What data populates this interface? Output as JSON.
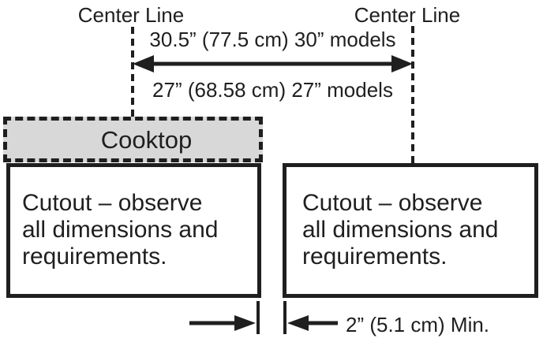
{
  "colors": {
    "ink": "#1f1f1f",
    "cooktop_fill": "#d8d8d8",
    "background": "#ffffff"
  },
  "header": {
    "center_line_left": "Center Line",
    "center_line_right": "Center Line"
  },
  "width_dimension": {
    "top_label": "30.5” (77.5 cm) 30” models",
    "bottom_label": "27” (68.58 cm) 27” models"
  },
  "cooktop": {
    "label": "Cooktop"
  },
  "cutout_left": {
    "lines": [
      "Cutout – observe",
      "all dimensions and",
      "requirements."
    ]
  },
  "cutout_right": {
    "lines": [
      "Cutout – observe",
      "all dimensions and",
      "requirements."
    ]
  },
  "min_gap": {
    "label": "2” (5.1 cm) Min."
  }
}
